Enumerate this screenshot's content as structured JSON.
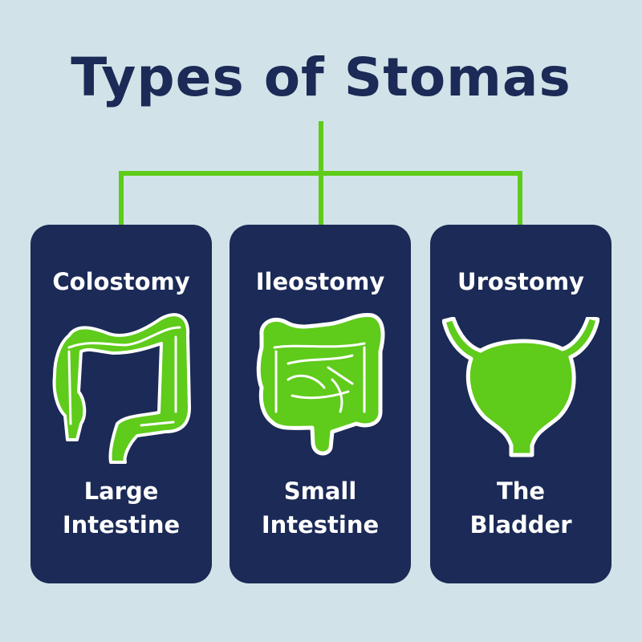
{
  "title": "Types of Stomas",
  "colors": {
    "background": "#d1e3e8",
    "navy": "#1b2a56",
    "green": "#5fcb1a",
    "white": "#ffffff"
  },
  "cards": [
    {
      "heading": "Colostomy",
      "label_line1": "Large",
      "label_line2": "Intestine",
      "icon": "large-intestine-icon"
    },
    {
      "heading": "Ileostomy",
      "label_line1": "Small",
      "label_line2": "Intestine",
      "icon": "small-intestine-icon"
    },
    {
      "heading": "Urostomy",
      "label_line1": "The",
      "label_line2": "Bladder",
      "icon": "bladder-icon"
    }
  ]
}
